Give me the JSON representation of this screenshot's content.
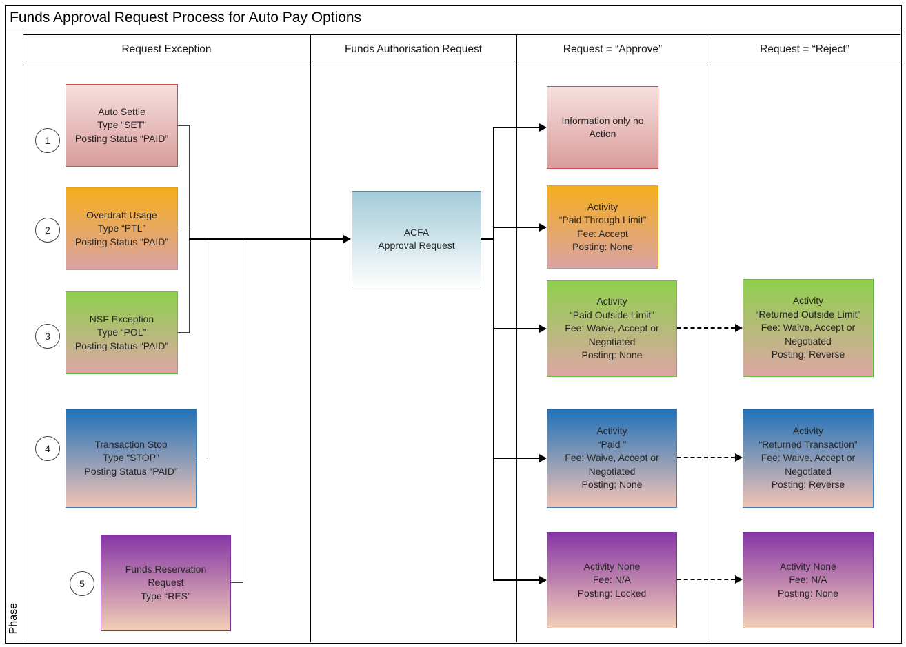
{
  "title": "Funds Approval Request Process for Auto Pay Options",
  "phase_label": "Phase",
  "lanes": [
    {
      "label": "Request Exception"
    },
    {
      "label": "Funds Authorisation Request"
    },
    {
      "label": "Request = “Approve”"
    },
    {
      "label": "Request = “Reject”"
    }
  ],
  "exceptions": [
    {
      "number": "1",
      "text": "Auto Settle\nType “SET”\nPosting Status “PAID”",
      "color": "red"
    },
    {
      "number": "2",
      "text": "Overdraft Usage\nType “PTL”\nPosting Status “PAID”",
      "color": "orange"
    },
    {
      "number": "3",
      "text": "NSF Exception\nType “POL”\nPosting Status “PAID”",
      "color": "green"
    },
    {
      "number": "4",
      "text": "Transaction Stop\nType “STOP”\nPosting Status “PAID”",
      "color": "blue"
    },
    {
      "number": "5",
      "text": "Funds Reservation\nRequest\nType “RES”",
      "color": "purple"
    }
  ],
  "process": {
    "text": "ACFA\nApproval Request"
  },
  "approve": [
    {
      "text": "Information only no\nAction",
      "color": "red"
    },
    {
      "text": "Activity\n“Paid Through Limit”\nFee: Accept\nPosting: None",
      "color": "orange"
    },
    {
      "text": "Activity\n“Paid Outside Limit”\nFee: Waive, Accept or\nNegotiated\nPosting: None",
      "color": "green"
    },
    {
      "text": "Activity\n“Paid ”\nFee: Waive, Accept or\nNegotiated\nPosting: None",
      "color": "blue"
    },
    {
      "text": "Activity None\nFee: N/A\nPosting: Locked",
      "color": "purple"
    }
  ],
  "reject": [
    {
      "text": "Activity\n“Returned Outside Limit”\nFee: Waive, Accept or\nNegotiated\nPosting: Reverse",
      "color": "green"
    },
    {
      "text": "Activity\n“Returned Transaction”\nFee: Waive, Accept or\nNegotiated\nPosting: Reverse",
      "color": "blue"
    },
    {
      "text": "Activity None\nFee: N/A\nPosting: None",
      "color": "purple"
    }
  ],
  "colors": {
    "red": {
      "top": "#f6e0de",
      "bottom": "#d99d9c",
      "border": "#c8504e"
    },
    "orange": {
      "top": "#f6ae1d",
      "bottom": "#d8a2a3",
      "border": "#e2a316"
    },
    "green": {
      "top": "#8ed04d",
      "bottom": "#dda6a5",
      "border": "#63bd43"
    },
    "blue": {
      "top": "#2171b8",
      "bottom": "#f2c3b5",
      "border": "#3f80c0"
    },
    "purple": {
      "top": "#8736a6",
      "bottom": "#f2ceb6",
      "border": "#7c35a2"
    },
    "process": {
      "top": "#a3cbd9",
      "bottom": "#fdfefe",
      "border": "#7f7f7f"
    },
    "line": "#404040"
  }
}
